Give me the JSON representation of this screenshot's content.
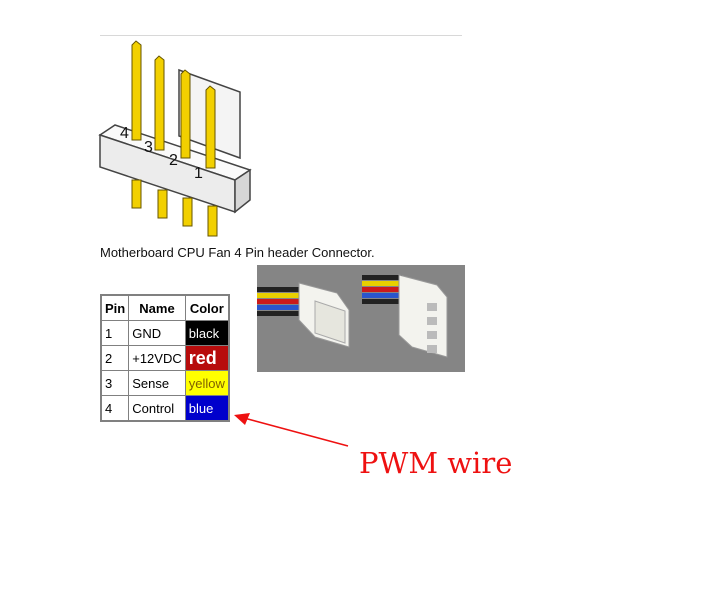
{
  "connector": {
    "pin_numbers": [
      "4",
      "3",
      "2",
      "1"
    ],
    "pin_color": "#f2d000"
  },
  "caption": "Motherboard CPU Fan 4 Pin header Connector.",
  "table": {
    "headers": [
      "Pin",
      "Name",
      "Color"
    ],
    "rows": [
      {
        "pin": "1",
        "name": "GND",
        "color_label": "black",
        "color": "#000000"
      },
      {
        "pin": "2",
        "name": "+12VDC",
        "color_label": "red",
        "color": "#b70c0c"
      },
      {
        "pin": "3",
        "name": "Sense",
        "color_label": "yellow",
        "color": "#ffff00"
      },
      {
        "pin": "4",
        "name": "Control",
        "color_label": "blue",
        "color": "#0000cc"
      }
    ]
  },
  "annotation": {
    "label": "PWM wire",
    "color": "#ee1111"
  }
}
